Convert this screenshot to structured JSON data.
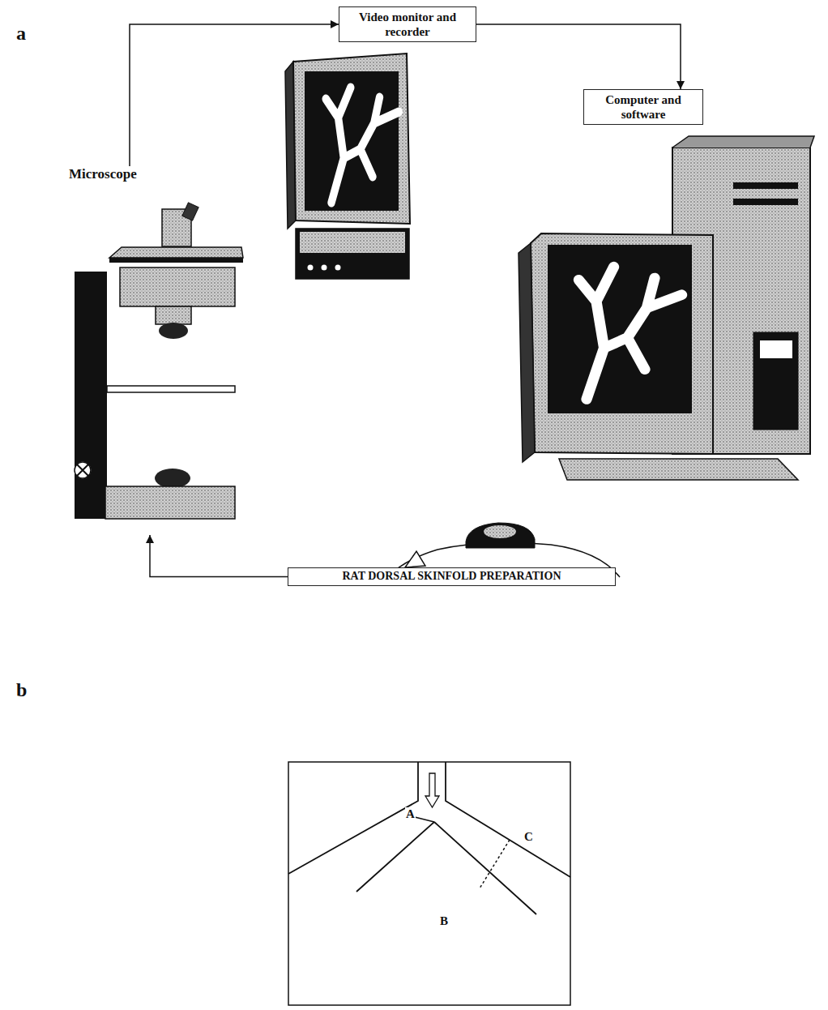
{
  "diagram": {
    "nodes": [
      {
        "text": [
          "Video monitor and recorder"
        ]
      },
      {
        "text": [
          "Computer and software"
        ]
      },
      {
        "text": [
          "Microscope"
        ]
      },
      {
        "text": [
          "RAT DORSAL SKINFOLD PREPARATION"
        ]
      }
    ],
    "edges": [
      {
        "from": 2,
        "to": 0,
        "arrow": "to"
      },
      {
        "from": 0,
        "to": 1,
        "arrow": "to"
      },
      {
        "from": 3,
        "to": 2,
        "arrow": "to"
      }
    ],
    "labels": [
      "a",
      "b",
      "A",
      "B",
      "C"
    ]
  }
}
